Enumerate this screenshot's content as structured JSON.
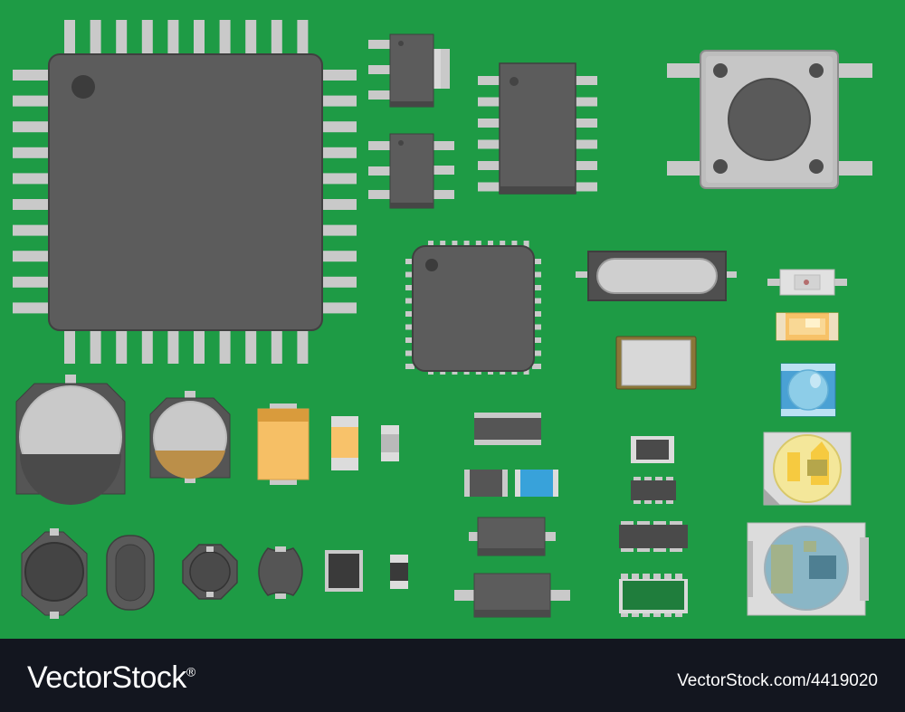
{
  "board": {
    "background_color": "#1e9b45",
    "pin_color": "#c9c9c9",
    "package_color": "#5c5c5c",
    "dark_package_color": "#3e3e3e"
  },
  "components": [
    {
      "name": "qfp-chip"
    },
    {
      "name": "sot223-transistor-top"
    },
    {
      "name": "sot223-transistor-bottom"
    },
    {
      "name": "soic-chip"
    },
    {
      "name": "tactile-push-button"
    },
    {
      "name": "qfn-chip"
    },
    {
      "name": "crystal-hc49"
    },
    {
      "name": "smd-led-small"
    },
    {
      "name": "smd-led-orange"
    },
    {
      "name": "crystal-oscillator"
    },
    {
      "name": "smd-led-blue"
    },
    {
      "name": "smd-led-yellow"
    },
    {
      "name": "smd-led-rgb"
    },
    {
      "name": "electrolytic-capacitor-large"
    },
    {
      "name": "electrolytic-capacitor-small"
    },
    {
      "name": "tantalum-capacitor"
    },
    {
      "name": "ceramic-capacitor"
    },
    {
      "name": "resistor-0603"
    },
    {
      "name": "resistor-2512"
    },
    {
      "name": "resistor-1206"
    },
    {
      "name": "capacitor-1206-blue"
    },
    {
      "name": "diode-sma"
    },
    {
      "name": "diode-smb"
    },
    {
      "name": "resistor-1210"
    },
    {
      "name": "resistor-array-small"
    },
    {
      "name": "resistor-array-large"
    },
    {
      "name": "green-chip-array"
    },
    {
      "name": "power-inductor-round"
    },
    {
      "name": "power-inductor-oval"
    },
    {
      "name": "power-inductor-octagon"
    },
    {
      "name": "power-inductor-small"
    },
    {
      "name": "square-inductor"
    },
    {
      "name": "resistor-0402"
    }
  ],
  "footer": {
    "brand": "VectorStock",
    "registered_mark": "®",
    "image_id": "VectorStock.com/4419020"
  }
}
